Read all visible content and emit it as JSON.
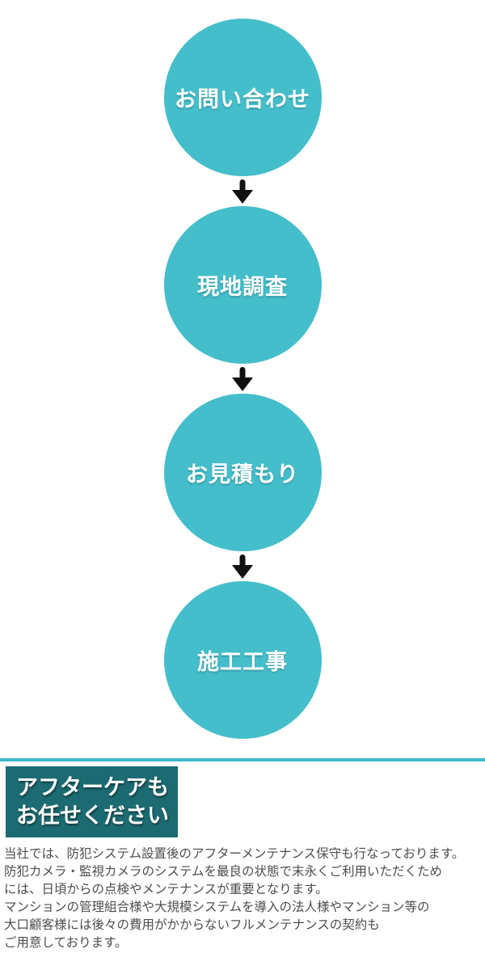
{
  "colors": {
    "circle": "#45becb",
    "divider": "#3bb9c9",
    "heading_bg": "#1c6b72",
    "heading_text": "#ffffff",
    "body_text": "#4d4d4d",
    "arrow": "#111111"
  },
  "flow": {
    "steps": [
      {
        "label": "お問い合わせ"
      },
      {
        "label": "現地調査"
      },
      {
        "label": "お見積もり"
      },
      {
        "label": "施工工事"
      }
    ]
  },
  "aftercare": {
    "heading_line1": "アフターケアも",
    "heading_line2": "お任せください",
    "body_lines": [
      "当社では、防犯システム設置後のアフターメンテナンス保守も行なっております。",
      "防犯カメラ・監視カメラのシステムを最良の状態で末永くご利用いただくため",
      "には、日頃からの点検やメンテナンスが重要となります。",
      "マンションの管理組合様や大規模システムを導入の法人様やマンション等の",
      "大口顧客様には後々の費用がかからないフルメンテナンスの契約も",
      "ご用意しております。"
    ]
  }
}
